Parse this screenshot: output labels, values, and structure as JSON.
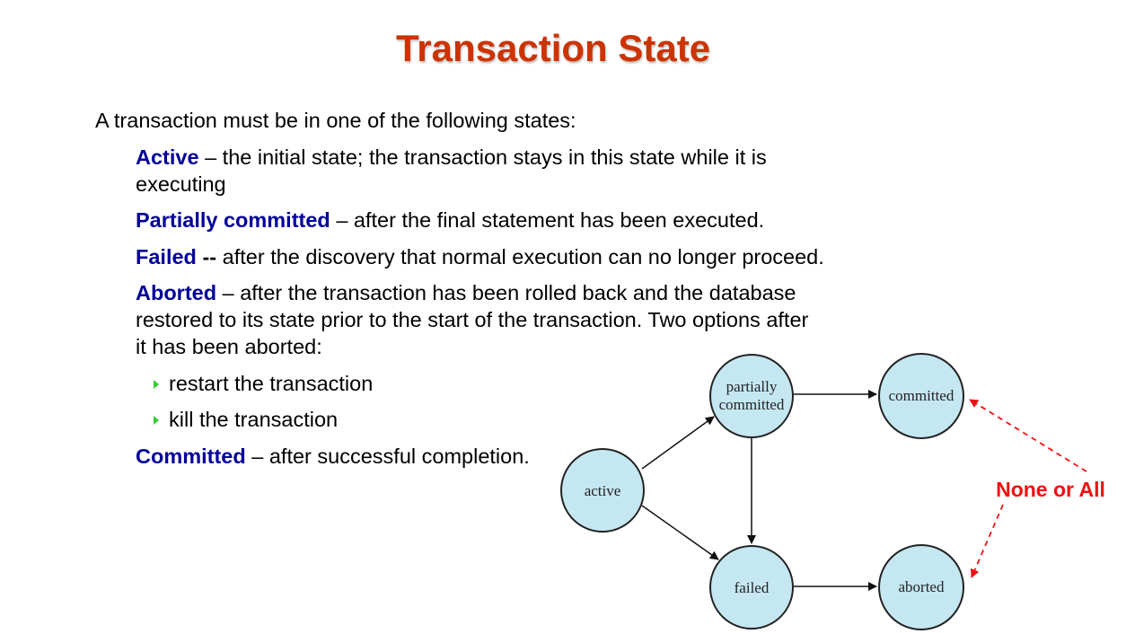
{
  "title": "Transaction State",
  "intro": "A  transaction must be in one of the following states:",
  "states": {
    "active": {
      "term": "Active",
      "desc_line1": " – the initial state; the transaction stays in this state while it is",
      "desc_line2": "executing"
    },
    "partially": {
      "term": "Partially committed",
      "desc": " – after the final statement has been executed."
    },
    "failed": {
      "term": "Failed",
      "sep": " --",
      "desc": " after the discovery that normal execution can no longer proceed."
    },
    "aborted": {
      "term": "Aborted",
      "desc_line1": " – after the transaction has been rolled back and the database",
      "desc_line2": "restored to its state prior to the start of the transaction.  Two options after",
      "desc_line3": "it has been aborted:"
    },
    "options": [
      "restart the transaction",
      "kill the transaction"
    ],
    "committed": {
      "term": "Committed",
      "desc": " – after successful completion."
    }
  },
  "diagram": {
    "nodes": {
      "active": "active",
      "partially_1": "partially",
      "partially_2": "committed",
      "committed": "committed",
      "failed": "failed",
      "aborted": "aborted"
    },
    "annotation": "None or All",
    "colors": {
      "node_fill": "#c5e7f2",
      "node_stroke": "#222222",
      "annotation": "#ee1111",
      "bullet": "#33cc33"
    }
  }
}
